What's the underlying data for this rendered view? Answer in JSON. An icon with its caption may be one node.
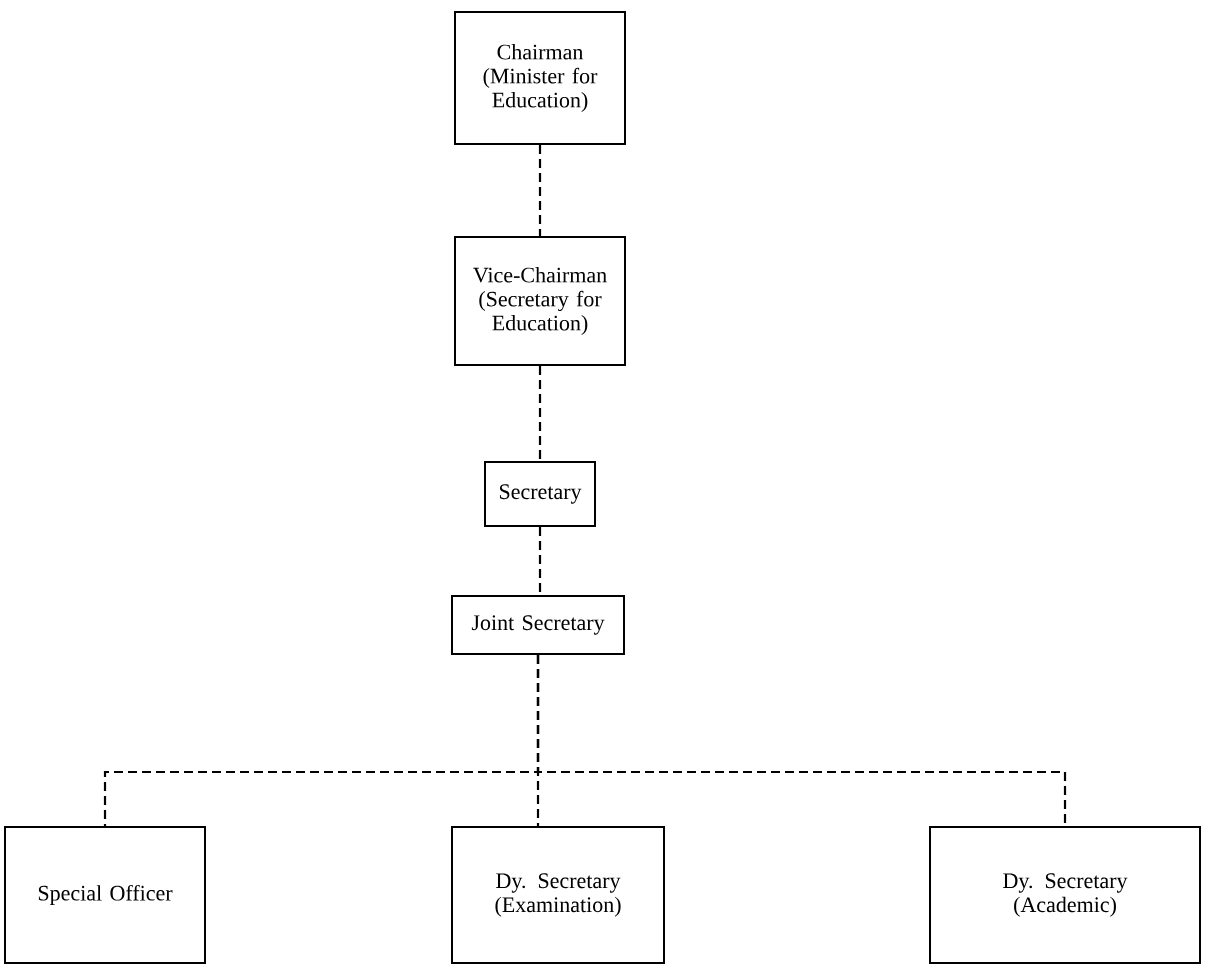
{
  "diagram": {
    "nodes": [
      {
        "text": [
          "Chairman (Minister for Education)"
        ]
      },
      {
        "text": [
          "Vice-Chairman (Secretary for Education)"
        ]
      },
      {
        "text": [
          "Secretary"
        ]
      },
      {
        "text": [
          "Joint Secretary"
        ]
      },
      {
        "text": [
          "Special Officer"
        ]
      },
      {
        "text": [
          "Dy. Secretary (Examination)"
        ]
      },
      {
        "text": [
          "Dy. Secretary (Academic)"
        ]
      }
    ],
    "edges": [
      {
        "from": 0,
        "to": 1,
        "arrow": "none",
        "style": "dashed"
      },
      {
        "from": 1,
        "to": 2,
        "arrow": "none",
        "style": "dashed"
      },
      {
        "from": 2,
        "to": 3,
        "arrow": "none",
        "style": "dashed"
      },
      {
        "from": 3,
        "to": 4,
        "arrow": "none",
        "style": "dashed"
      },
      {
        "from": 3,
        "to": 5,
        "arrow": "none",
        "style": "dashed"
      },
      {
        "from": 3,
        "to": 6,
        "arrow": "none",
        "style": "dashed"
      }
    ]
  }
}
